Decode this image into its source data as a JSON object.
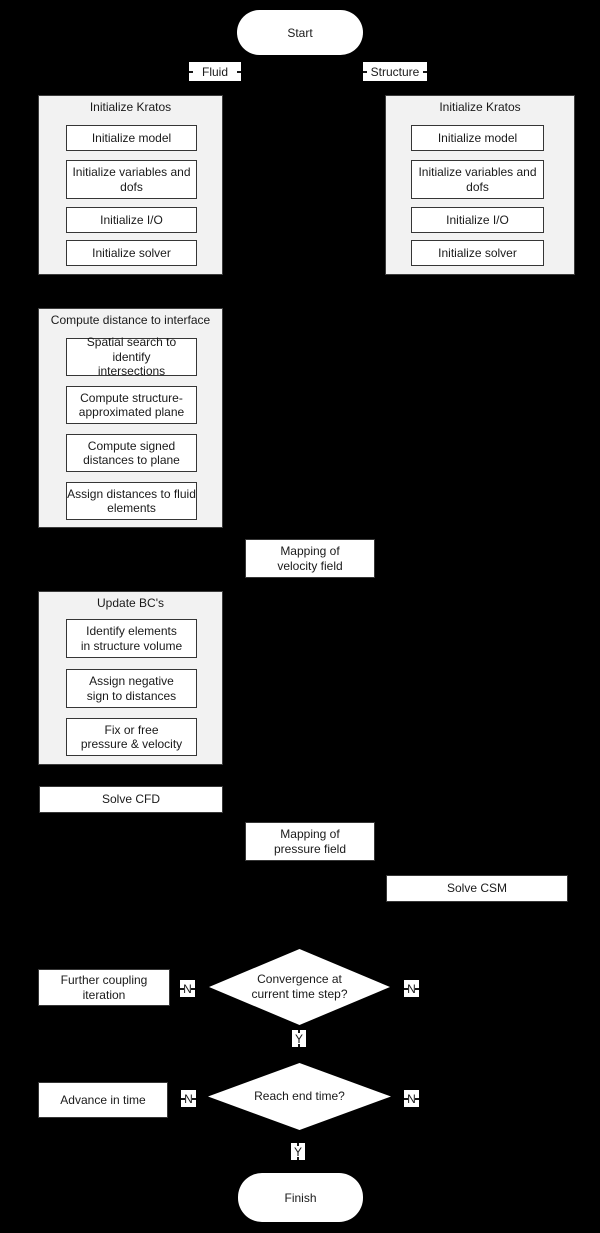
{
  "background": "#000000",
  "colors": {
    "group_fill": "#f2f2f2",
    "node_fill": "#ffffff",
    "node_border": "#363636",
    "text": "#1a1a1a"
  },
  "terminals": {
    "start": "Start",
    "finish": "Finish"
  },
  "branch_labels": {
    "fluid": "Fluid",
    "structure": "Structure"
  },
  "groups": [
    {
      "title": "Initialize Kratos",
      "branch": "Fluid",
      "steps": [
        "Initialize model",
        "Initialize variables and\ndofs",
        "Initialize I/O",
        "Initialize solver"
      ]
    },
    {
      "title": "Initialize Kratos",
      "branch": "Structure",
      "steps": [
        "Initialize model",
        "Initialize variables and\ndofs",
        "Initialize I/O",
        "Initialize solver"
      ]
    },
    {
      "title": "Compute distance to interface",
      "steps": [
        "Spatial search to identify\nintersections",
        "Compute structure-\napproximated plane",
        "Compute signed\ndistances to plane",
        "Assign distances to fluid\nelements"
      ]
    },
    {
      "title": "Update BC's",
      "steps": [
        "Identify elements\nin structure volume",
        "Assign negative\nsign to distances",
        "Fix or free\npressure & velocity"
      ]
    }
  ],
  "process_nodes": {
    "mapping_velocity": "Mapping of\nvelocity field",
    "solve_cfd": "Solve CFD",
    "mapping_pressure": "Mapping of\npressure field",
    "solve_csm": "Solve CSM",
    "further_coupling": "Further coupling\niteration",
    "advance_in_time": "Advance in time"
  },
  "decisions": {
    "convergence": "Convergence at\ncurrent time step?",
    "reach_end_time": "Reach end time?"
  },
  "edge_labels": {
    "no": "N",
    "yes": "Y"
  }
}
